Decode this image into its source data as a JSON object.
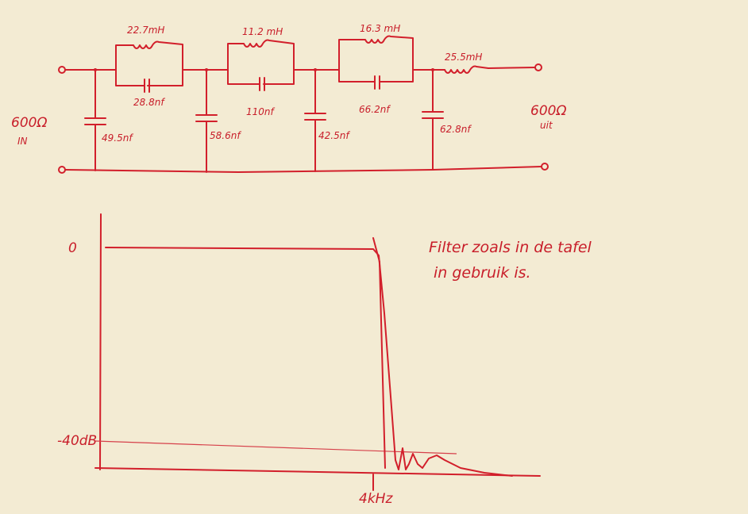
{
  "schematic": {
    "input_label": {
      "impedance": "600Ω",
      "side": "IN"
    },
    "output_label": {
      "impedance": "600Ω",
      "side": "uit"
    },
    "sections": [
      {
        "inductor": "22.7mH",
        "capacitor": "28.8nf"
      },
      {
        "inductor": "11.2 mH",
        "capacitor": "110nf"
      },
      {
        "inductor": "16.3 mH",
        "capacitor": "66.2nf"
      }
    ],
    "shunt_capacitors": [
      "49.5nf",
      "58.6nf",
      "42.5nf",
      "62.8nf"
    ],
    "series_inductor": "25.5mH"
  },
  "response_plot": {
    "y_labels": {
      "top": "0",
      "bottom": "-40dB"
    },
    "x_label": "4kHz",
    "note_line1": "Filter zoals in de tafel",
    "note_line2": "in gebruik is."
  },
  "colors": {
    "ink": "#d21f2b",
    "paper": "#f3ebd3"
  }
}
